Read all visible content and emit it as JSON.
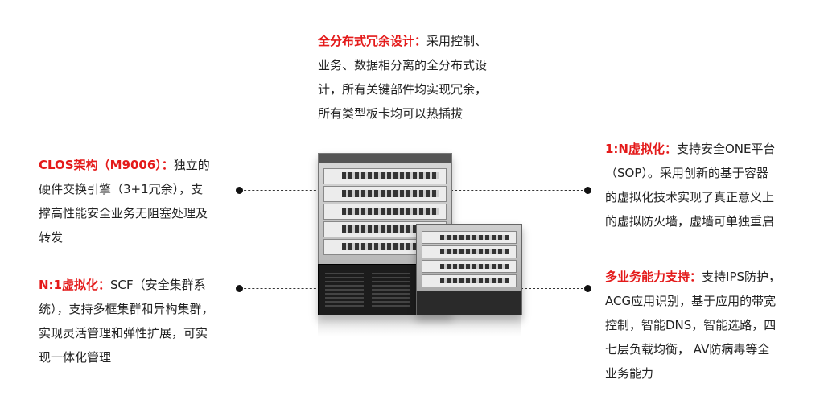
{
  "callouts": {
    "top": {
      "title": "全分布式冗余设计：",
      "lines": [
        "采用控制、",
        "业务、数据相分离的全分布式设",
        "计，所有关键部件均实现冗余，",
        "所有类型板卡均可以热插拔"
      ]
    },
    "clos": {
      "title": "CLOS架构（M9006）：",
      "lines": [
        "独立的",
        "硬件交换引擎（3+1冗余），支",
        "撑高性能安全业务无阻塞处理及",
        "转发"
      ]
    },
    "n1": {
      "title": "N:1虚拟化：",
      "lines": [
        "SCF（安全集群系",
        "统），支持多框集群和异构集群，",
        "实现灵活管理和弹性扩展，可实",
        "现一体化管理"
      ]
    },
    "onen": {
      "title": "1:N虚拟化：",
      "lines": [
        "支持安全ONE平台",
        "（SOP）。采用创新的基于容器",
        "的虚拟化技术实现了真正意义上",
        "的虚拟防火墙，虚墙可单独重启"
      ]
    },
    "multi": {
      "title": "多业务能力支持：",
      "lines": [
        "支持IPS防护，",
        "ACG应用识别，基于应用的带宽",
        "控制，智能DNS，智能选路，四",
        "七层负载均衡， AV防病毒等全",
        "业务能力"
      ]
    }
  },
  "colors": {
    "highlight": "#e41a1a",
    "text": "#222222"
  }
}
